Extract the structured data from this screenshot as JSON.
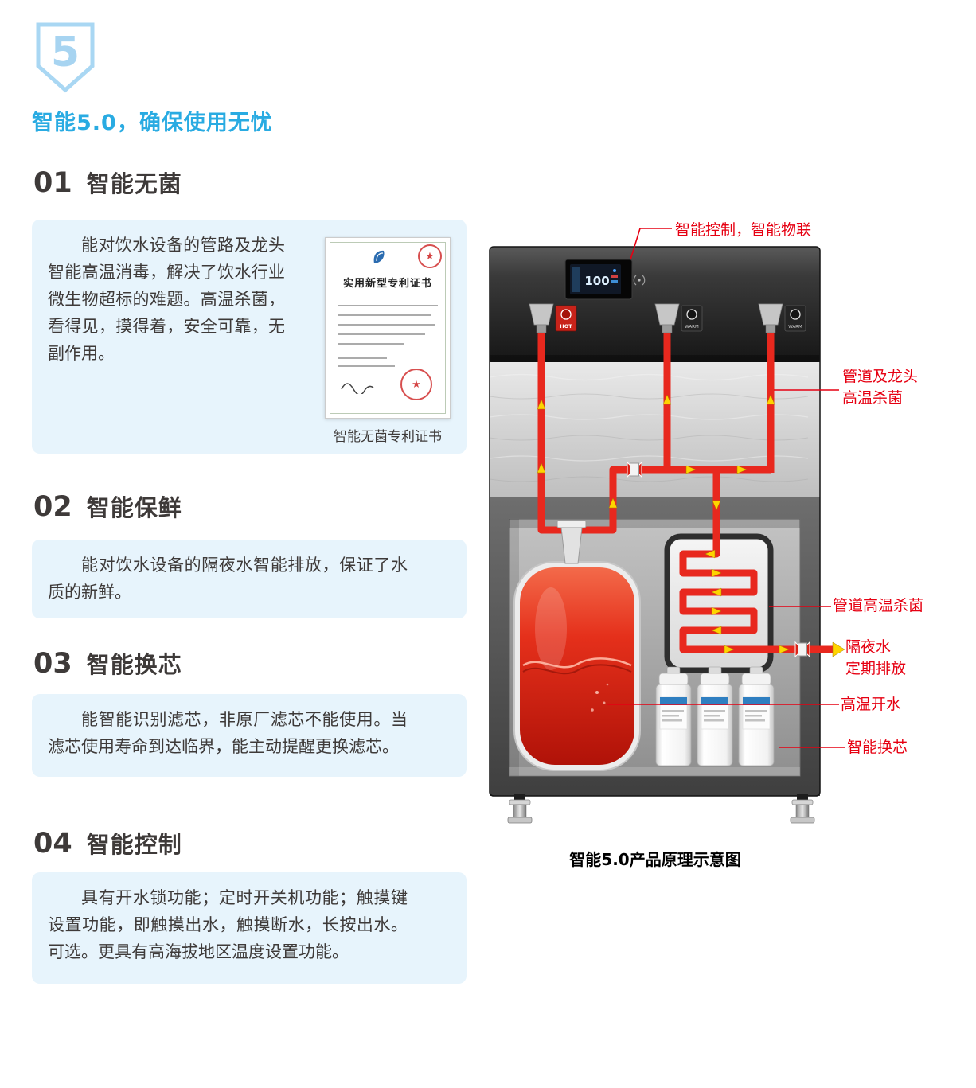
{
  "badge": {
    "number": "5"
  },
  "page_title": "智能5.0，确保使用无忧",
  "sections": [
    {
      "number": "01",
      "title": "智能无菌",
      "body": "能对饮水设备的管路及龙头智能高温消毒，解决了饮水行业微生物超标的难题。高温杀菌，看得见，摸得着，安全可靠，无副作用。"
    },
    {
      "number": "02",
      "title": "智能保鲜",
      "body": "能对饮水设备的隔夜水智能排放，保证了水质的新鲜。"
    },
    {
      "number": "03",
      "title": "智能换芯",
      "body": "能智能识别滤芯，非原厂滤芯不能使用。当滤芯使用寿命到达临界，能主动提醒更换滤芯。"
    },
    {
      "number": "04",
      "title": "智能控制",
      "body": "具有开水锁功能；定时开关机功能；触摸键设置功能，即触摸出水，触摸断水，长按出水。可选。更具有高海拔地区温度设置功能。"
    }
  ],
  "certificate": {
    "title": "实用新型专利证书",
    "caption": "智能无菌专利证书"
  },
  "diagram": {
    "caption": "智能5.0产品原理示意图",
    "display_value": "100",
    "faucets": [
      "HOT",
      "WARM",
      "WARM"
    ],
    "labels": {
      "iot": "智能控制，智能物联",
      "faucet_line1": "管道及龙头",
      "faucet_line2": "高温杀菌",
      "coil": "管道高温杀菌",
      "overnight_line1": "隔夜水",
      "overnight_line2": "定期排放",
      "hot_water": "高温开水",
      "filter": "智能换芯"
    },
    "colors": {
      "pipe": "#e8281e",
      "arrow": "#ffd400",
      "label": "#e60012"
    }
  }
}
